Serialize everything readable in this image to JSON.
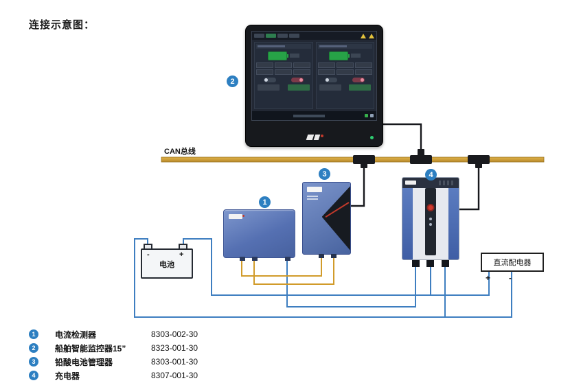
{
  "title": "连接示意图：",
  "can_bus": {
    "label": "CAN总线"
  },
  "battery": {
    "label": "电池",
    "neg": "-",
    "pos": "+"
  },
  "dc_distributor": {
    "label": "直流配电器",
    "pos": "+",
    "neg": "-"
  },
  "legend": [
    {
      "num": "1",
      "label": "电流检测器",
      "part": "8303-002-30"
    },
    {
      "num": "2",
      "label": "船舶智能监控器15”",
      "part": "8323-001-30"
    },
    {
      "num": "3",
      "label": "铅酸电池管理器",
      "part": "8303-001-30"
    },
    {
      "num": "4",
      "label": "充电器",
      "part": "8307-001-30"
    }
  ],
  "colors": {
    "bus_gold": "#cf9a2e",
    "wire_blue": "#3e7ec0",
    "wire_orange": "#d19b2a",
    "badge_blue": "#2d7fc1",
    "device_blue": "#5570b2",
    "monitor_black": "#17191d",
    "battery_green": "#27a347"
  }
}
